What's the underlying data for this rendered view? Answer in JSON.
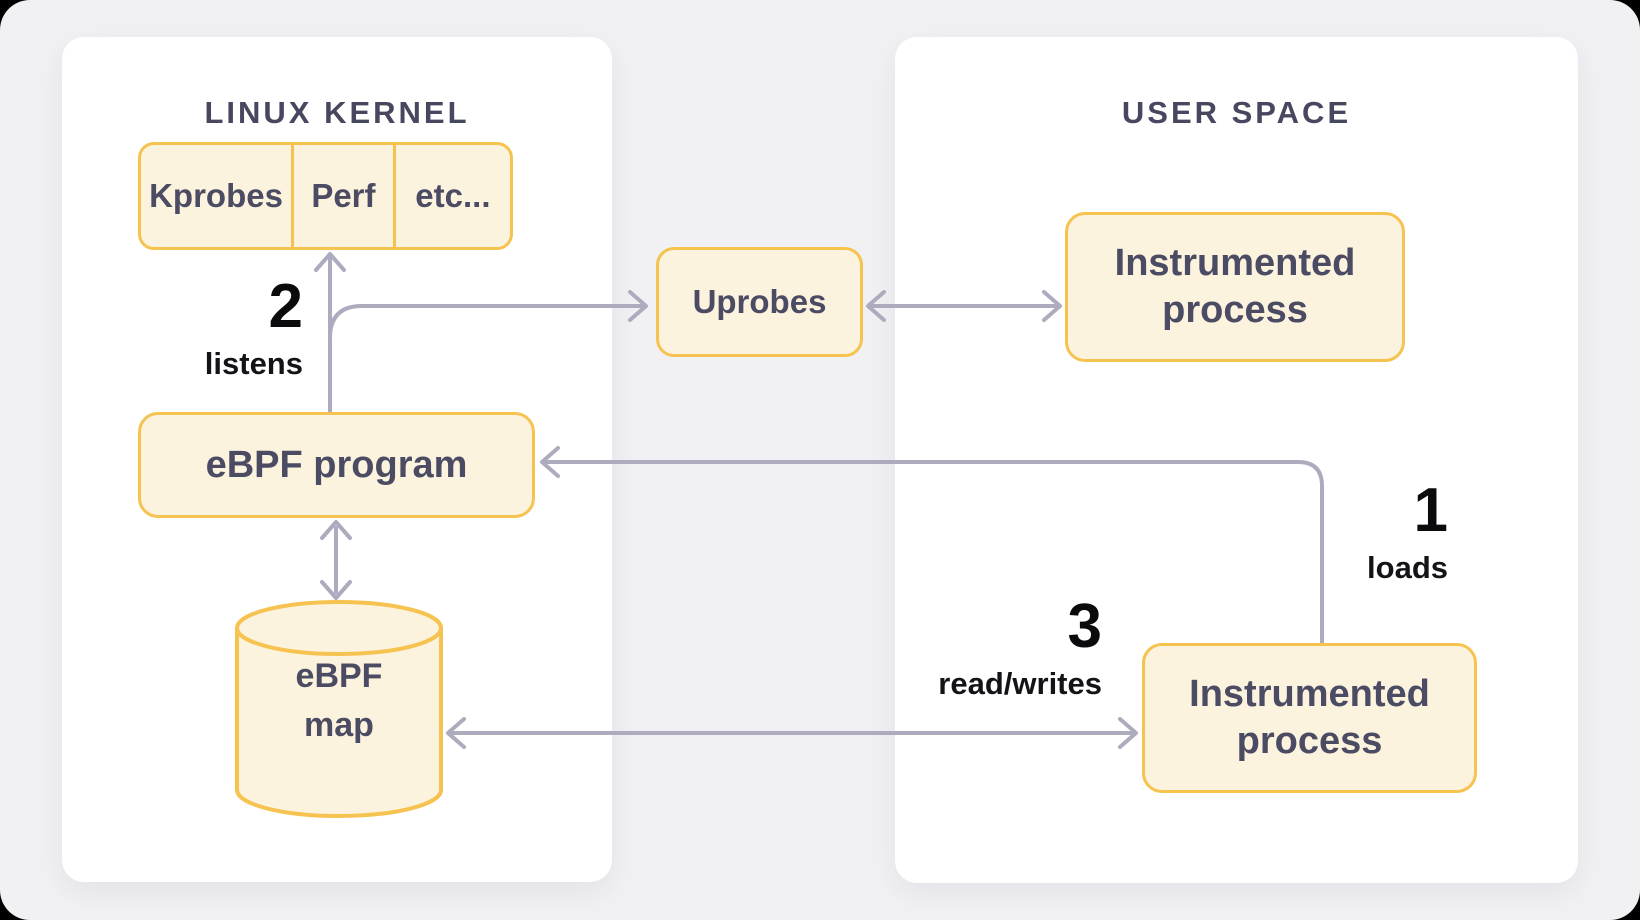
{
  "colors": {
    "background": "#F1F1F4",
    "panel": "#FFFFFF",
    "node_border": "#F6C350",
    "node_fill": "#FCF3DE",
    "arrow": "#ACACBE",
    "node_text": "#4B4B63",
    "title_text": "#474760",
    "annotation_text": "#0B0B0D"
  },
  "kernel": {
    "title": "LINUX KERNEL",
    "probes": [
      "Kprobes",
      "Perf",
      "etc..."
    ],
    "ebpf_program_label": "eBPF program",
    "ebpf_map_label": "eBPF\nmap"
  },
  "user": {
    "title": "USER SPACE",
    "process_top_label": "Instrumented\nprocess",
    "process_bottom_label": "Instrumented\nprocess"
  },
  "bridge": {
    "uprobes_label": "Uprobes"
  },
  "annotations": {
    "loads": {
      "number": "1",
      "label": "loads"
    },
    "listens": {
      "number": "2",
      "label": "listens"
    },
    "read_writes": {
      "number": "3",
      "label": "read/writes"
    }
  }
}
